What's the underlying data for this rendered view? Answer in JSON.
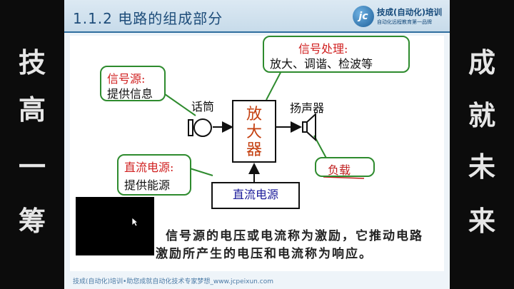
{
  "side_left": {
    "chars": [
      "技",
      "高",
      "一",
      "筹"
    ]
  },
  "side_right": {
    "chars": [
      "成",
      "就",
      "未",
      "来"
    ]
  },
  "slide": {
    "title": "1.1.2 电路的组成部分",
    "logo": {
      "mark": "jc",
      "name": "技成(自动化)培训",
      "slogan": "自动化远程教育第一品牌"
    }
  },
  "diagram": {
    "source_bubble": {
      "title": "信号源:",
      "text": "提供信息"
    },
    "processing_bubble": {
      "title": "信号处理:",
      "text": "放大、调谐、检波等"
    },
    "power_bubble": {
      "title": "直流电源:",
      "text": "提供能源"
    },
    "microphone_label": "话筒",
    "speaker_label": "扬声器",
    "amplifier_chars": [
      "放",
      "大",
      "器"
    ],
    "dc_source_label": "直流电源",
    "load_label": "负载"
  },
  "description": {
    "line1": "信号源的电压或电流称为激励，它推动电路",
    "line2": "激励所产生的电压和电流称为响应。"
  },
  "footer": {
    "text": "技成(自动化)培训•助您成就自动化技术专家梦想_www.jcpeixun.com"
  },
  "colors": {
    "accent": "#2f6e9f",
    "bubble_border": "#2e8b2e",
    "red_text": "#d02020",
    "amp_text": "#c44010",
    "dc_text": "#1a1a9a"
  }
}
